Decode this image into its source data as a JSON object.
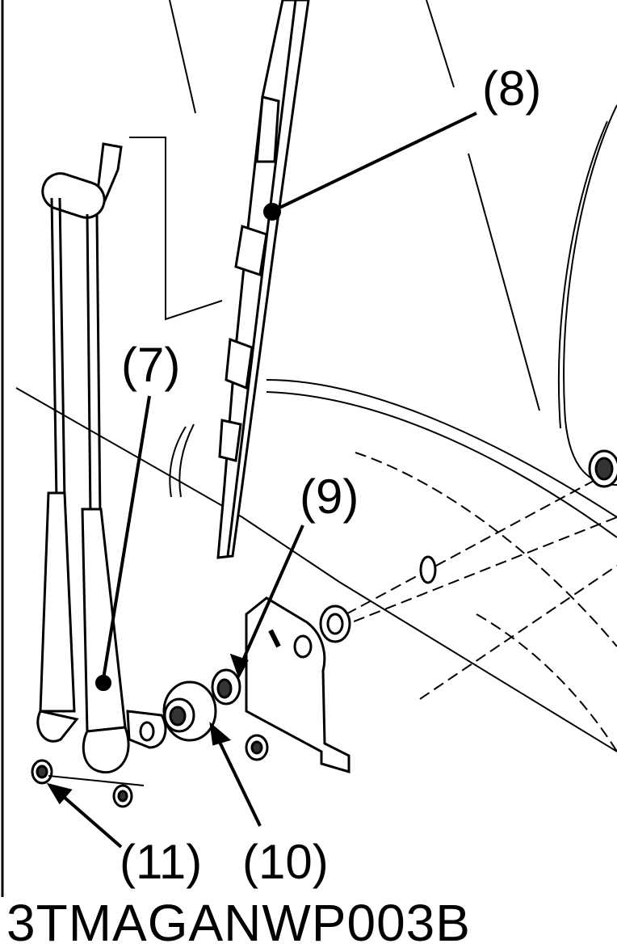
{
  "callouts": {
    "c7": "(7)",
    "c8": "(8)",
    "c9": "(9)",
    "c10": "(10)",
    "c11": "(11)"
  },
  "figure_code": "3TMAGANWP003B",
  "colors": {
    "ink": "#000000",
    "paper": "#ffffff"
  }
}
